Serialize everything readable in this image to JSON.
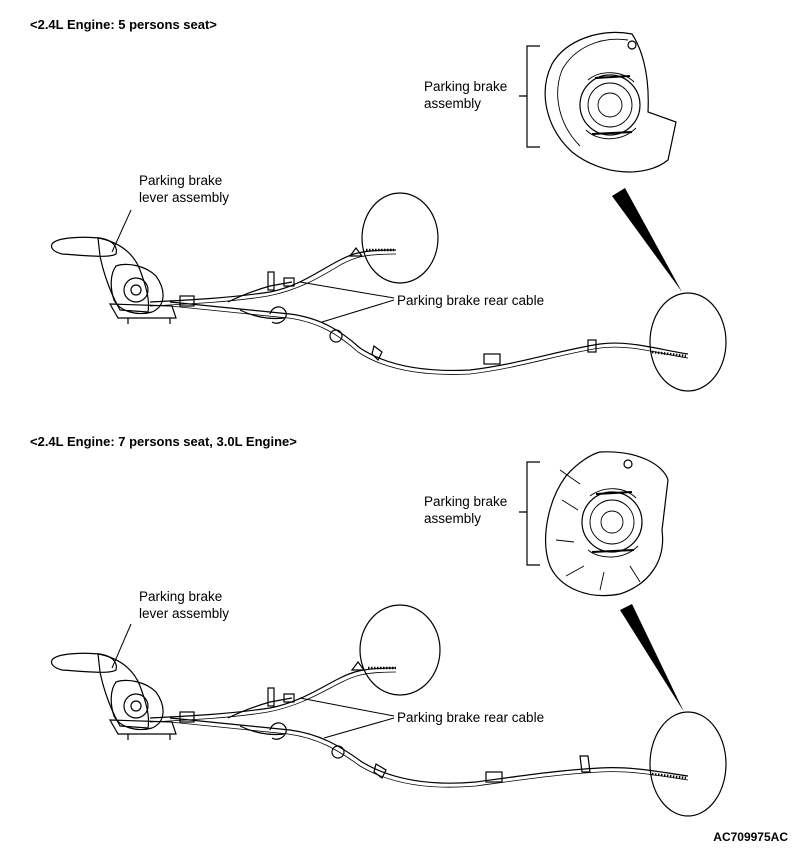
{
  "diagrams": [
    {
      "heading": "<2.4L Engine: 5 persons seat>",
      "labels": {
        "brake_assembly": "Parking brake\nassembly",
        "lever_assembly": "Parking brake\nlever assembly",
        "rear_cable": "Parking brake rear cable"
      }
    },
    {
      "heading": "<2.4L Engine: 7 persons seat, 3.0L Engine>",
      "labels": {
        "brake_assembly": "Parking brake\nassembly",
        "lever_assembly": "Parking brake\nlever assembly",
        "rear_cable": "Parking brake rear cable"
      }
    }
  ],
  "figure_code": "AC709975AC"
}
